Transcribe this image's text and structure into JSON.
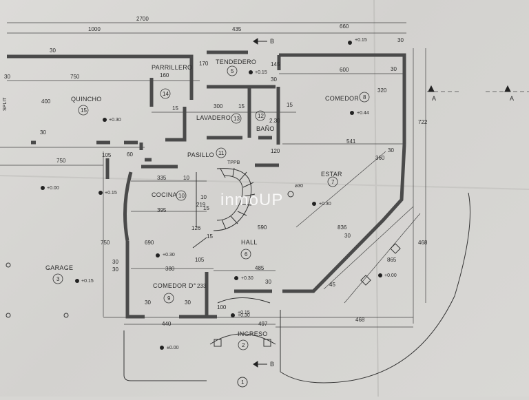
{
  "rooms": [
    {
      "name": "QUINCHO",
      "number": "15"
    },
    {
      "name": "PARRILLERO",
      "number": "14"
    },
    {
      "name": "TENDEDERO",
      "number": "5"
    },
    {
      "name": "LAVADERO",
      "number": "13"
    },
    {
      "name": "BAÑO",
      "number": "12"
    },
    {
      "name": "COMEDOR",
      "number": "8"
    },
    {
      "name": "PASILLO",
      "number": "11"
    },
    {
      "name": "ESTAR",
      "number": "7"
    },
    {
      "name": "COCINA",
      "number": "10"
    },
    {
      "name": "HALL",
      "number": "6"
    },
    {
      "name": "GARAGE",
      "number": "3"
    },
    {
      "name": "COMEDOR D°",
      "number": "9"
    },
    {
      "name": "INGRESO",
      "number": "2"
    },
    {
      "name": "",
      "number": "1"
    }
  ],
  "dimensions": [
    "2700",
    "1000",
    "435",
    "660",
    "30",
    "30",
    "750",
    "30",
    "160",
    "170",
    "145",
    "30",
    "600",
    "30",
    "400",
    "30",
    "15",
    "300",
    "15",
    "2.30",
    "15",
    "320",
    "722",
    "541",
    "30",
    "750",
    "105",
    "60",
    "120",
    "360",
    "335",
    "10",
    "10",
    "15",
    "219",
    "126",
    "15",
    "395",
    "590",
    "836",
    "30",
    "690",
    "380",
    "485",
    "105",
    "30",
    "233",
    "30",
    "100",
    "468",
    "865",
    "45",
    "30",
    "440",
    "497",
    "468",
    "750",
    "30",
    "30"
  ],
  "levels": [
    "+0.15",
    "+0.15",
    "+0.30",
    "+0.44",
    "+0.00",
    "+0.15",
    "+0.30",
    "+0.30",
    "+0.30",
    "+0.15",
    "+0.30",
    "+0.00",
    "+0.15",
    "±0.00"
  ],
  "section_marks": [
    "B",
    "B",
    "A",
    "A"
  ],
  "annotations": {
    "split": "SPLIT",
    "stair": "TPPB",
    "diameter": "ø30"
  },
  "watermark": "inmoUP"
}
